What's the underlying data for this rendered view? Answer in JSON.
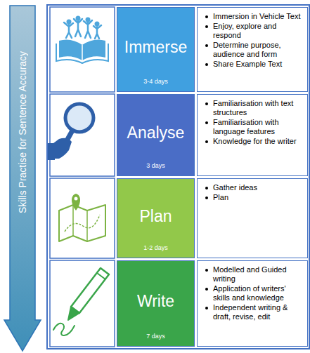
{
  "diagram": {
    "nodes": [
      {
        "text": [
          "Skills Practise for Sentence Accuracy"
        ]
      },
      {
        "text": [
          "Immerse",
          "3-4 days"
        ]
      },
      {
        "text": [
          "Immersion in Vehicle Text",
          "Enjoy, explore and respond",
          "Determine purpose, audience and form",
          "Share Example Text"
        ]
      },
      {
        "text": [
          "Analyse",
          "3 days"
        ]
      },
      {
        "text": [
          "Familiarisation with text structures",
          "Familiarisation with language features",
          "Knowledge for the writer"
        ]
      },
      {
        "text": [
          "Plan",
          "1-2 days"
        ]
      },
      {
        "text": [
          "Gather ideas",
          "Plan"
        ]
      },
      {
        "text": [
          "Write",
          "7 days"
        ]
      },
      {
        "text": [
          "Modelled and Guided writing",
          "Application of writers' skills and knowledge",
          "Independent writing & draft, revise, edit"
        ]
      }
    ]
  }
}
